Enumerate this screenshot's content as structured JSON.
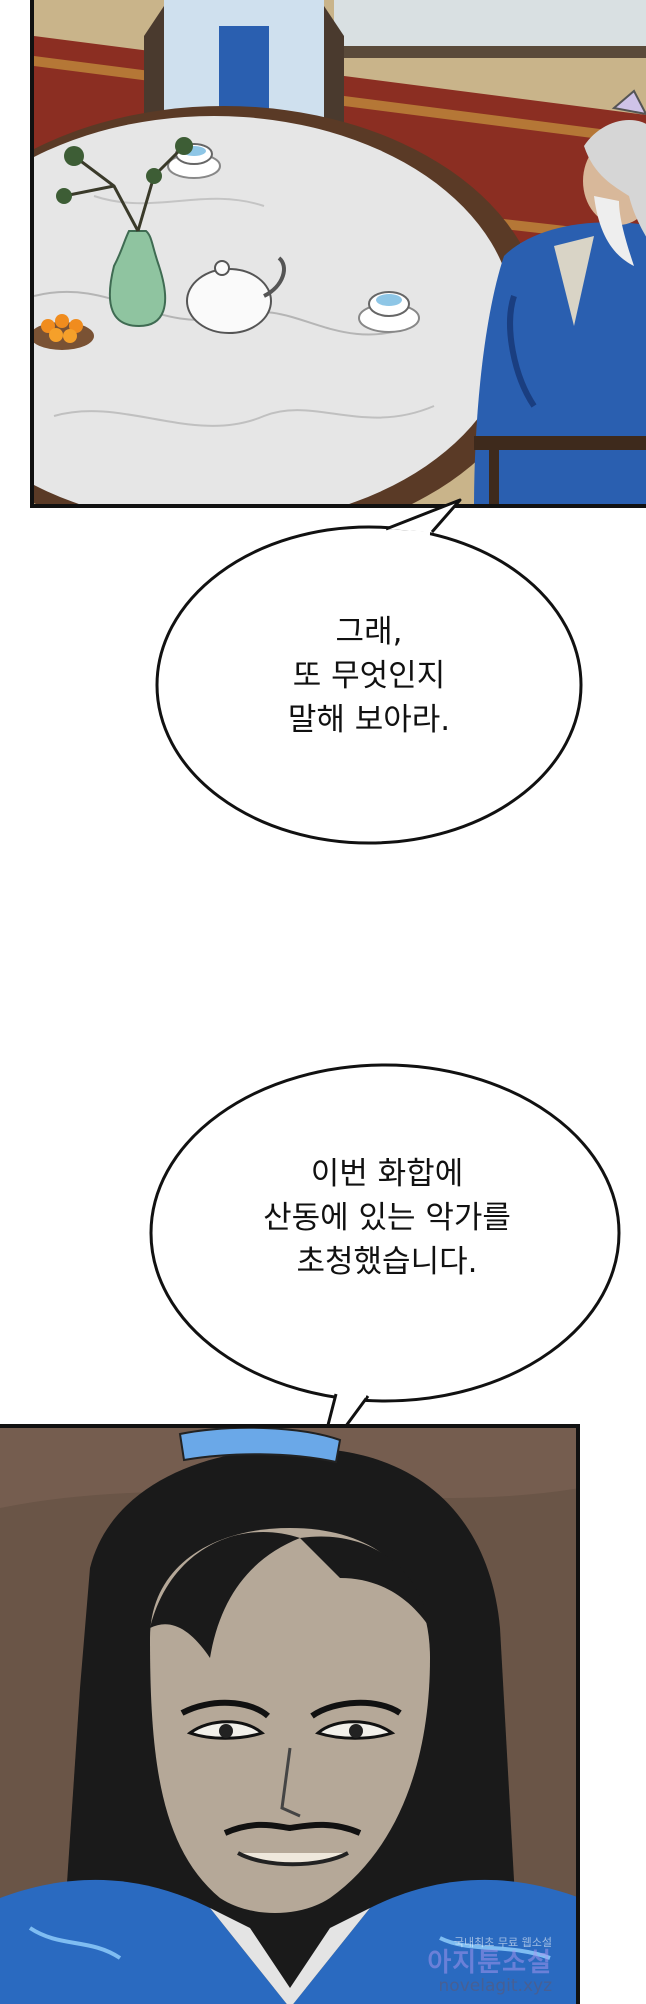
{
  "bubbles": [
    {
      "lines": "그래,\n또 무엇인지\n말해 보아라."
    },
    {
      "lines": "이번 화합에\n산동에 있는 악가를\n초청했습니다."
    }
  ],
  "watermark": {
    "line1": "국내최초 무료 웹소설",
    "line2": "아지툰소설",
    "line3": "novelagit.xyz"
  },
  "colors": {
    "robe_blue": "#2a5fb0",
    "robe_light_blue": "#6aa8e8",
    "marble": "#e6e6e6",
    "carpet_red": "#8b2e22",
    "wall_brown": "#6a5547"
  }
}
